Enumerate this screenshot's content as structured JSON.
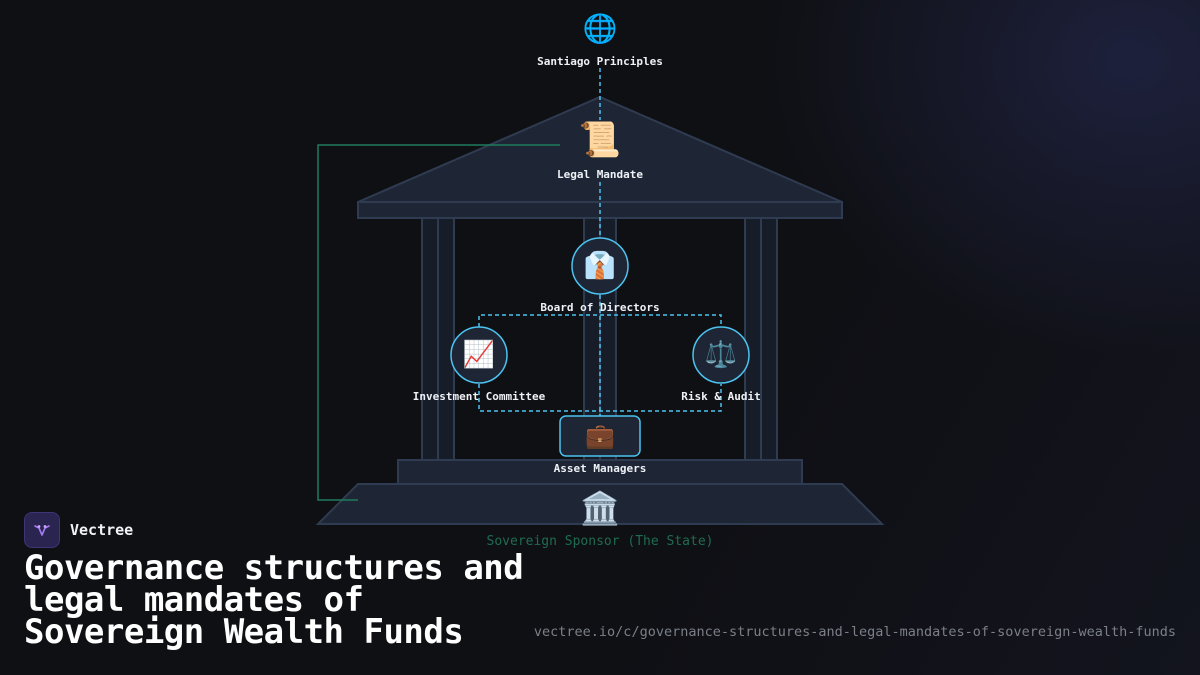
{
  "diagram": {
    "nodes": {
      "santiago": {
        "label": "Santiago Principles",
        "icon": "globe-icon",
        "glyph": "🌐"
      },
      "legal": {
        "label": "Legal Mandate",
        "icon": "scroll-icon",
        "glyph": "📜"
      },
      "board": {
        "label": "Board of Directors",
        "icon": "necktie-icon",
        "glyph": "👔"
      },
      "investment": {
        "label": "Investment Committee",
        "icon": "chart-up-icon",
        "glyph": "📈"
      },
      "risk": {
        "label": "Risk & Audit",
        "icon": "scales-icon",
        "glyph": "⚖️"
      },
      "managers": {
        "label": "Asset Managers",
        "icon": "briefcase-icon",
        "glyph": "💼"
      },
      "sponsor": {
        "label": "Sovereign Sponsor (The State)",
        "icon": "classical-building-icon",
        "glyph": "🏛️"
      }
    },
    "colors": {
      "accent": "#4cc3f0",
      "sponsor_line": "#1f7a5c",
      "building_fill": "#1f2736",
      "building_stroke": "#2f3b50"
    }
  },
  "brand": {
    "name": "Vectree",
    "logo_icon": "vectree-logo-icon"
  },
  "title": "Governance structures and legal mandates of Sovereign Wealth Funds",
  "url": "vectree.io/c/governance-structures-and-legal-mandates-of-sovereign-wealth-funds"
}
